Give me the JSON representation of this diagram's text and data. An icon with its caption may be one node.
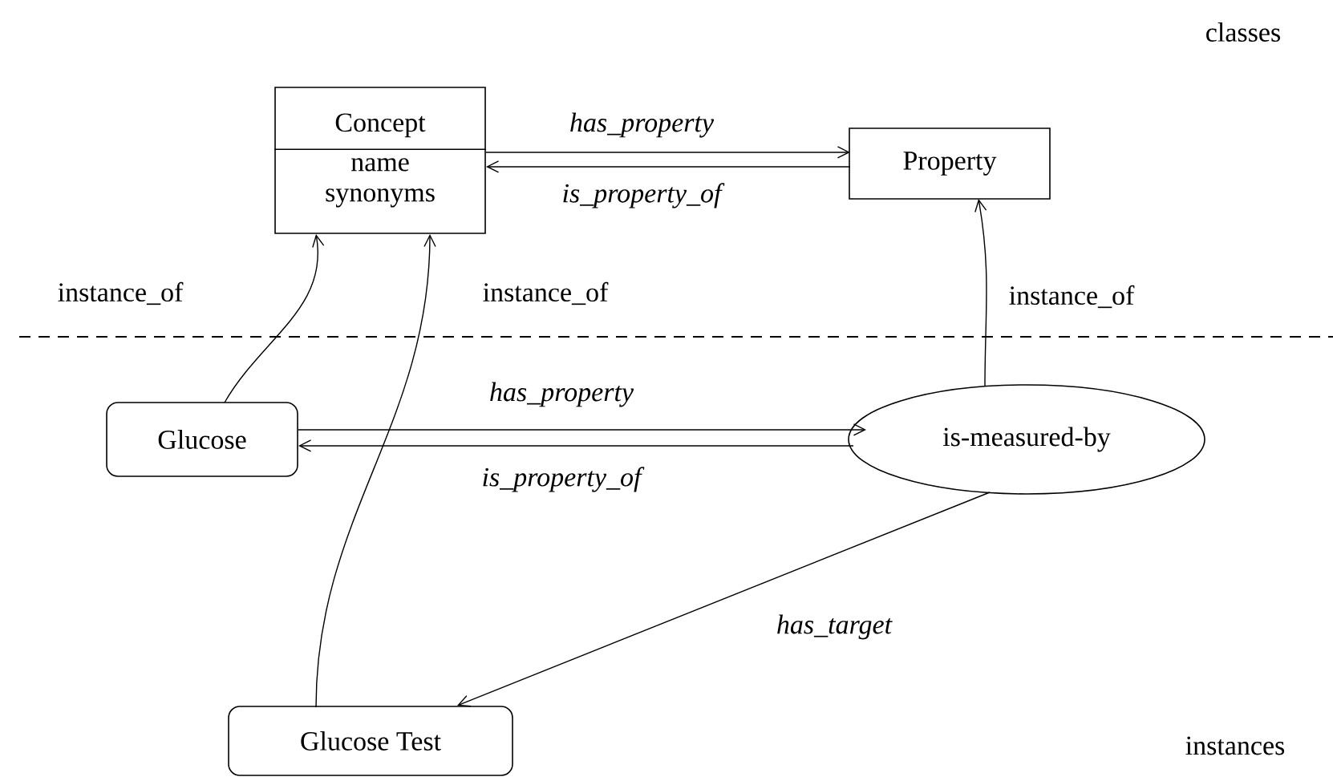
{
  "diagram": {
    "nodes": [
      {
        "text": [
          "Concept",
          "name synonyms"
        ]
      },
      {
        "text": [
          "Property"
        ]
      },
      {
        "text": [
          "Glucose"
        ]
      },
      {
        "text": [
          "is-measured-by"
        ]
      },
      {
        "text": [
          "Glucose Test"
        ]
      }
    ],
    "edges": [
      {
        "from": 0,
        "to": 1,
        "arrow": "to",
        "label": "has_property"
      },
      {
        "from": 1,
        "to": 0,
        "arrow": "to",
        "label": "is_property_of"
      },
      {
        "from": 2,
        "to": 0,
        "arrow": "to",
        "label": "instance_of"
      },
      {
        "from": 4,
        "to": 0,
        "arrow": "to",
        "label": "instance_of"
      },
      {
        "from": 3,
        "to": 1,
        "arrow": "to",
        "label": "instance_of"
      },
      {
        "from": 2,
        "to": 3,
        "arrow": "to",
        "label": "has_property"
      },
      {
        "from": 3,
        "to": 2,
        "arrow": "to",
        "label": "is_property_of"
      },
      {
        "from": 3,
        "to": 4,
        "arrow": "to",
        "label": "has_target"
      }
    ],
    "labels": [
      "classes",
      "instances"
    ]
  }
}
